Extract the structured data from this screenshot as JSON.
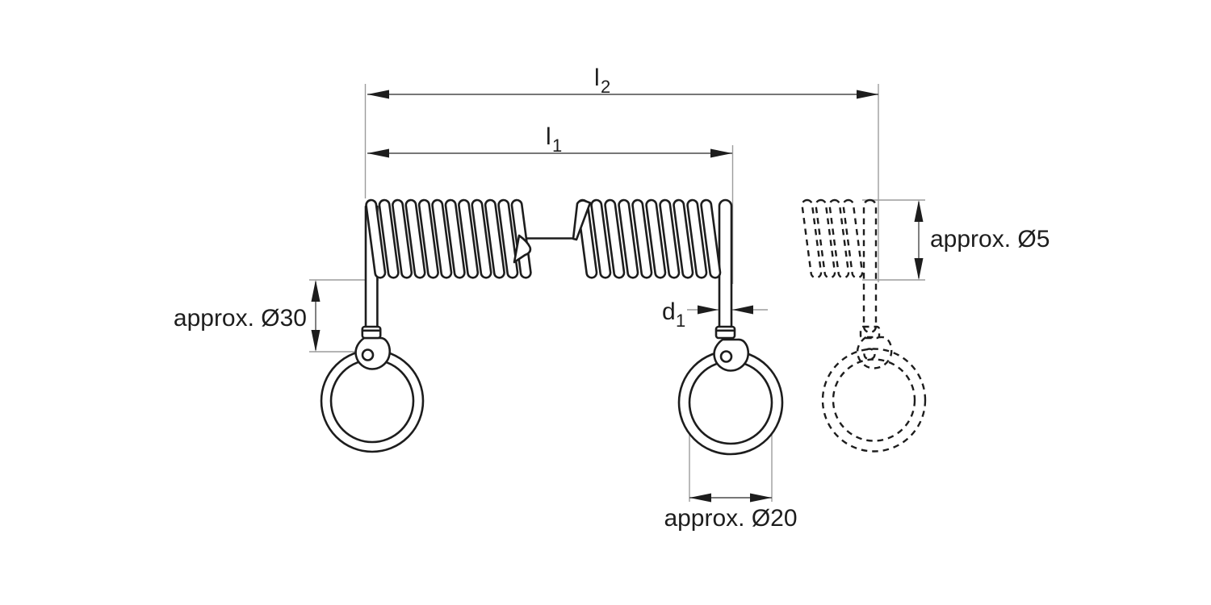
{
  "drawing": {
    "description": "Technical dimension drawing of a coiled cable (spiral cord) with ring ends, solid view plus dashed phantom view",
    "colors": {
      "background": "#ffffff",
      "outline": "#1d1d1d",
      "dimension_line": "#4a4a4a",
      "extension_line": "#9c9c9c",
      "arrowhead": "#1d1d1d"
    },
    "labels": {
      "l2": {
        "main": "l",
        "sub": "2"
      },
      "l1": {
        "main": "l",
        "sub": "1"
      },
      "d1": {
        "main": "d",
        "sub": "1"
      },
      "coil_outer_diameter": "approx. Ø30",
      "cable_diameter": "approx. Ø5",
      "ring_inner_diameter": "approx. Ø20"
    }
  }
}
